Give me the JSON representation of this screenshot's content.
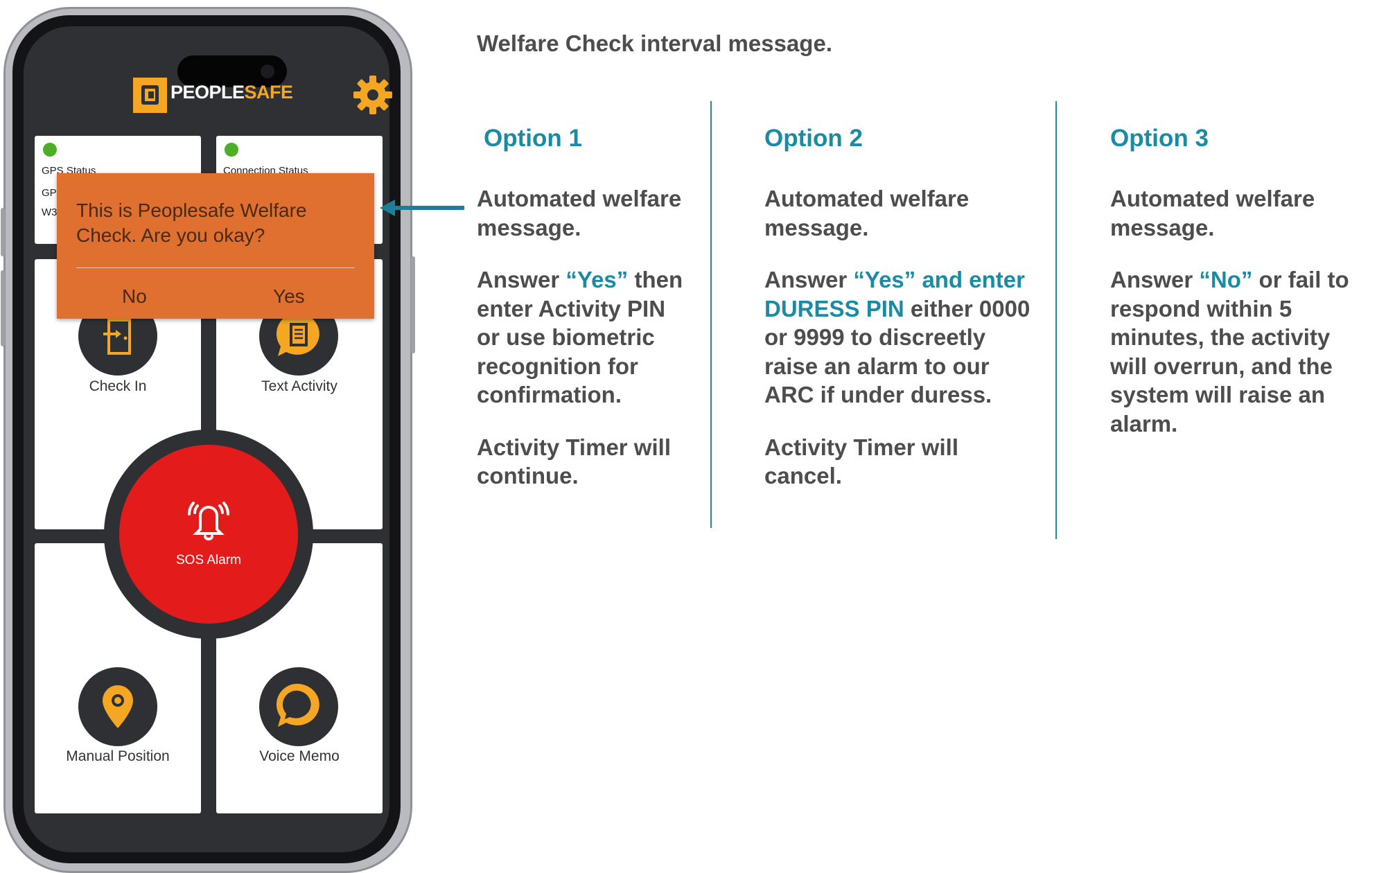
{
  "app": {
    "brand_part1": "PEOPLE",
    "brand_part2": "SAFE",
    "brand_color": "#f5a623",
    "settings_icon": "gear-icon"
  },
  "status_tiles": {
    "gps_label": "GPS Status",
    "gps_detail_1": "GP",
    "gps_detail_2": "W3",
    "connection_label": "Connection Status",
    "status_color": "#4caf26"
  },
  "dialog": {
    "message": "This is Peoplesafe Welfare Check. Are you okay?",
    "no_label": "No",
    "yes_label": "Yes",
    "background": "#e0702f"
  },
  "actions": {
    "check_in": "Check In",
    "text_activity": "Text Activity",
    "sos_alarm": "SOS Alarm",
    "manual_position": "Manual Position",
    "voice_memo": "Voice Memo"
  },
  "info": {
    "heading": "Welfare Check interval message.",
    "accent_color": "#1b8aa3",
    "options": [
      {
        "title": "Option 1",
        "intro": "Automated welfare message.",
        "answer_prefix": "Answer ",
        "answer_highlight": "“Yes”",
        "answer_rest": " then enter Activity PIN or use biometric recognition for confirmation.",
        "timer": "Activity Timer will continue."
      },
      {
        "title": "Option 2",
        "intro": "Automated welfare message.",
        "answer_prefix": "Answer ",
        "answer_highlight": "“Yes” and enter DURESS PIN",
        "answer_rest": " either 0000 or 9999 to discreetly raise an alarm to our ARC if under duress.",
        "timer": "Activity Timer will cancel."
      },
      {
        "title": "Option 3",
        "intro": "Automated welfare message.",
        "answer_prefix": "Answer ",
        "answer_highlight": "“No”",
        "answer_rest": " or fail to respond within 5 minutes, the activity will overrun, and the system will raise an alarm."
      }
    ]
  }
}
